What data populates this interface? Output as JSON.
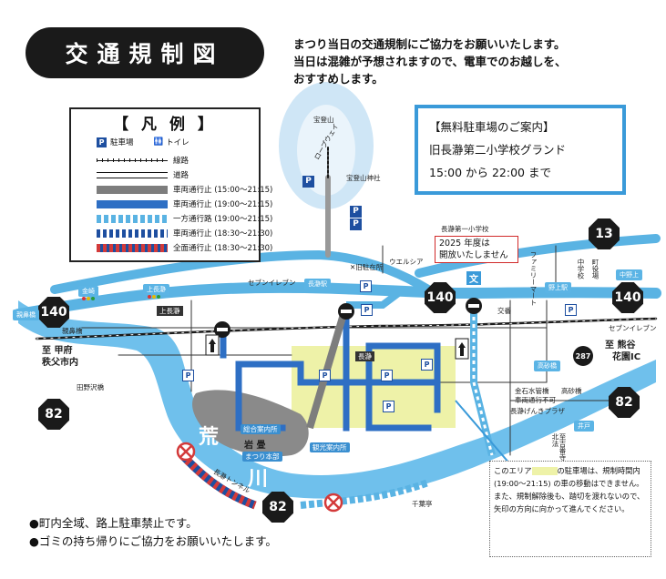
{
  "title": "交通規制図",
  "notice_lines": [
    "まつり当日の交通規制にご協力をお願いいたします。",
    "当日は混雑が予想されますので、電車でのお越しを、",
    "おすすめします。"
  ],
  "legend": {
    "title": "【 凡 例 】",
    "parking_icon": "P",
    "parking": "駐車場",
    "toilet": "トイレ",
    "rows": [
      "線路",
      "道路",
      "車両通行止 (15:00～21:15)",
      "車両通行止 (19:00～21:15)",
      "一方通行路 (19:00～21:15)",
      "車両通行止 (18:30～21:30)",
      "全面通行止 (18:30～21:30)"
    ]
  },
  "parking_info": {
    "heading": "【無料駐車場のご案内】",
    "place": "旧長瀞第二小学校グランド",
    "hours": "15:00 から 22:00 まで"
  },
  "school_notice": {
    "name": "長瀞第一小学校",
    "line1": "2025 年度は",
    "line2": "開放いたしません"
  },
  "area_note": {
    "prefix": "このエリア",
    "suffix": "の駐車場は、規制時間内 (19:00～21:15) の車の移動はできません。また、規制解除後も、踏切を渡れないので、矢印の方向に向かって進んでください。"
  },
  "bottom_notes": [
    "●町内全域、路上駐車禁止です。",
    "●ゴミの持ち帰りにご協力をお願いいたします。"
  ],
  "routes": {
    "r140": "140",
    "r13": "13",
    "r82": "82",
    "r287": "287"
  },
  "places": {
    "houtousan": "宝登山",
    "ropeway": "ロープウェイ",
    "houtou_shrine": "宝登山神社",
    "kyu_station": "✕旧駐在所",
    "uelsia": "ウエルシア",
    "seven1": "セブンイレブン",
    "seven2": "セブンイレブン",
    "kanazaki": "金崎",
    "kaminagatoro": "上長瀞",
    "kaminagatoro2": "上長瀞",
    "nagatoro_station": "長瀞駅",
    "nagatoro": "長瀞",
    "nakanokami": "中野上",
    "nokami_station": "野上駅",
    "family_mart": "ファミリーマート",
    "junior_high": "中学校",
    "town_office": "町役場",
    "oyahana": "親鼻橋",
    "oyahana2": "親鼻橋",
    "to_kofu": "至 甲府",
    "chichibu": "秩父市内",
    "nodazawa": "田野沢橋",
    "to_kumagaya": "至 熊谷",
    "hanazono": "花園IC",
    "takasago": "高砂橋",
    "takasago2": "高砂橋",
    "kaneishi": "金石水管橋",
    "kaneishi_note": "車両通行不可",
    "nagatoro_plaza": "長瀞げんきプラザ",
    "koshiki": "北法",
    "ido": "井戸",
    "chiba": "千葉亭",
    "iwadatami": "岩 畳",
    "matsuri_hq": "まつり本部",
    "info_center": "総合案内所",
    "rental": "観光案内所",
    "nagatoro_tunnel": "長瀞トンネル",
    "arakawa1": "荒",
    "arakawa2": "川",
    "school_mark": "文",
    "crossing": "交番",
    "shiroichi": "至吉番寺"
  }
}
